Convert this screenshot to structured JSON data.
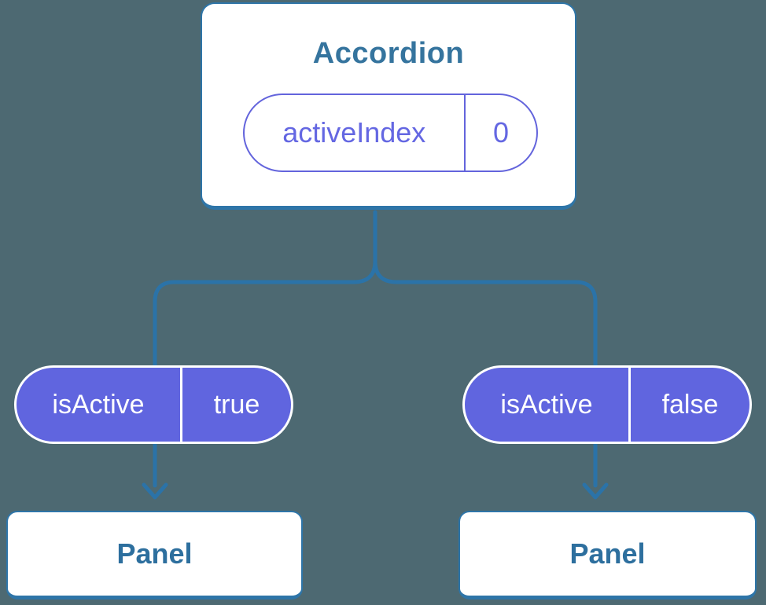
{
  "colors": {
    "background": "#4d6972",
    "connector_blue": "#2b73a8",
    "card_border_blue": "#2e75a8",
    "title_text_blue": "#35749e",
    "panel_text_blue": "#2d6f9e",
    "pill_purple": "#6065df",
    "pill_purple_text": "#6467e2",
    "pill_border_white": "#ffffff"
  },
  "tree": {
    "root": {
      "title": "Accordion",
      "pill": {
        "label": "activeIndex",
        "value": "0"
      }
    },
    "branches": [
      {
        "pill": {
          "label": "isActive",
          "value": "true"
        },
        "node": {
          "title": "Panel"
        }
      },
      {
        "pill": {
          "label": "isActive",
          "value": "false"
        },
        "node": {
          "title": "Panel"
        }
      }
    ]
  }
}
